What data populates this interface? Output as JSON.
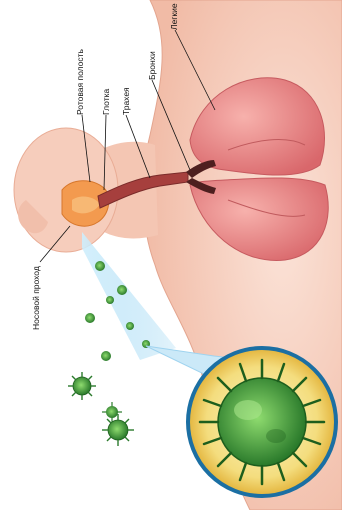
{
  "labels": {
    "nasal": "Носовой проход",
    "oral": "Ротовая полость",
    "pharynx": "Глотка",
    "trachea": "Трахея",
    "bronchi": "Бронхи",
    "lungs": "Легкие"
  },
  "colors": {
    "skin": "#f6c9b7",
    "skin_shade": "#eeb3a0",
    "lung": "#ee8f8f",
    "lung_dark": "#d76a6d",
    "airway": "#9a3b3a",
    "cavity": "#f29b52",
    "germ": "#39a33a",
    "germ_dark": "#1d5e1d",
    "spray": "#9fd7f2",
    "bubble_rim": "#e9c349",
    "bubble_fill": "#f7e79a"
  }
}
